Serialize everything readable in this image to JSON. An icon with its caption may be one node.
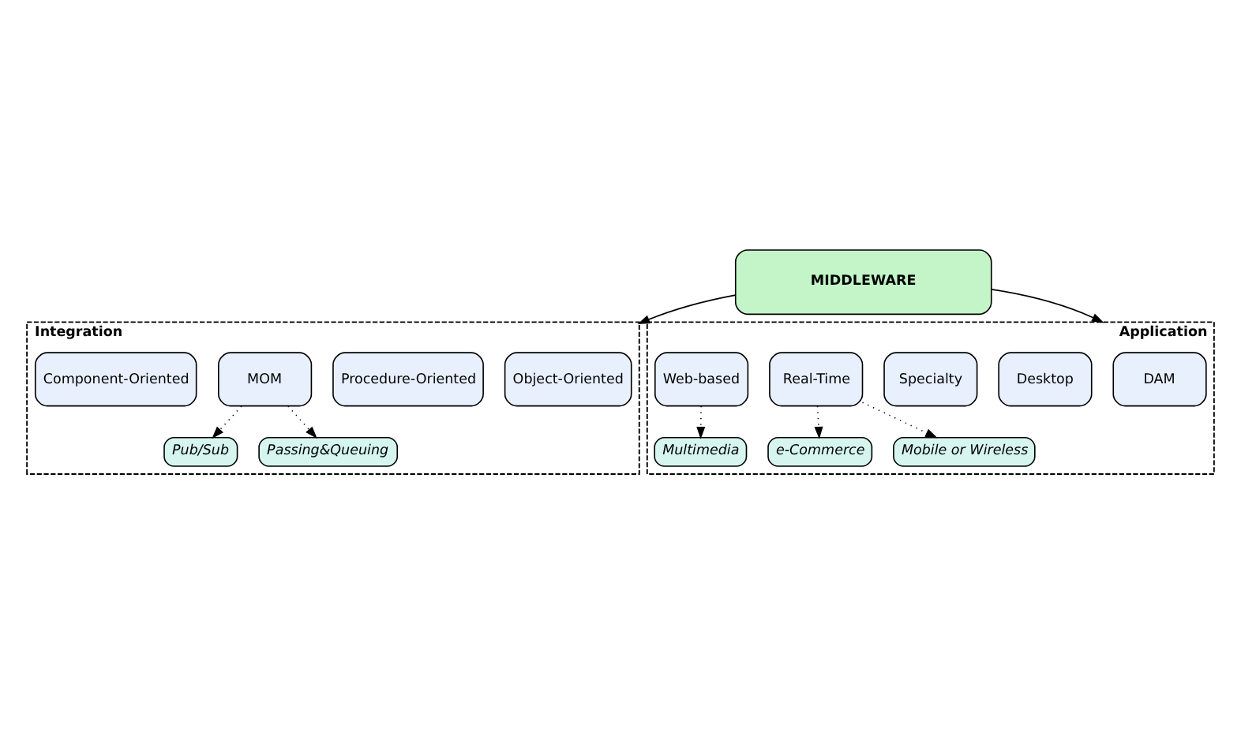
{
  "diagram": {
    "nodes": [
      {
        "text": [
          "MIDDLEWARE"
        ]
      },
      {
        "text": [
          "Integration"
        ]
      },
      {
        "text": [
          "Object-Oriented"
        ],
        "in": 1
      },
      {
        "text": [
          "Procedure-Oriented"
        ],
        "in": 1
      },
      {
        "text": [
          "MOM"
        ],
        "in": 1
      },
      {
        "text": [
          "Component-Oriented"
        ],
        "in": 1
      },
      {
        "text": [
          "Pub/Sub"
        ],
        "in": 1
      },
      {
        "text": [
          "Passing&Queuing"
        ],
        "in": 1
      },
      {
        "text": [
          "Application"
        ]
      },
      {
        "text": [
          "DAM"
        ],
        "in": 8
      },
      {
        "text": [
          "Desktop"
        ],
        "in": 8
      },
      {
        "text": [
          "Specialty"
        ],
        "in": 8
      },
      {
        "text": [
          "Real-Time"
        ],
        "in": 8
      },
      {
        "text": [
          "Web-based"
        ],
        "in": 8
      },
      {
        "text": [
          "e-Commerce"
        ],
        "in": 8
      },
      {
        "text": [
          "Mobile or Wireless"
        ],
        "in": 8
      },
      {
        "text": [
          "Multimedia"
        ],
        "in": 8
      }
    ],
    "edges": [
      {
        "from": 0,
        "to": 1,
        "arrow": "to"
      },
      {
        "from": 0,
        "to": 8,
        "arrow": "to"
      },
      {
        "from": 4,
        "to": 6,
        "arrow": "to",
        "style": "dashed"
      },
      {
        "from": 4,
        "to": 7,
        "arrow": "to",
        "style": "dashed"
      },
      {
        "from": 12,
        "to": 14,
        "arrow": "to",
        "style": "dashed"
      },
      {
        "from": 12,
        "to": 15,
        "arrow": "to",
        "style": "dashed"
      },
      {
        "from": 13,
        "to": 16,
        "arrow": "to",
        "style": "dashed"
      }
    ]
  }
}
